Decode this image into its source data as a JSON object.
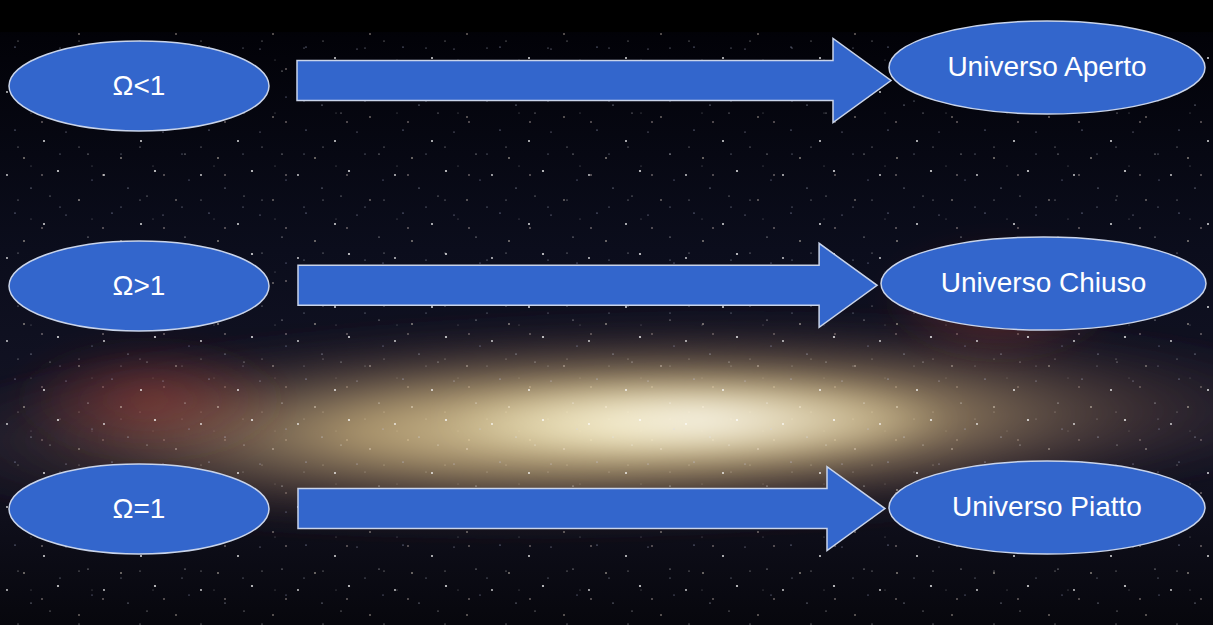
{
  "diagram": {
    "nodes": [
      {
        "text": [
          "Ω<1"
        ]
      },
      {
        "text": [
          "Universo Aperto"
        ]
      },
      {
        "text": [
          "Ω>1"
        ]
      },
      {
        "text": [
          "Universo Chiuso"
        ]
      },
      {
        "text": [
          "Ω=1"
        ]
      },
      {
        "text": [
          "Universo Piatto"
        ]
      }
    ],
    "edges": [
      {
        "from": 0,
        "to": 1,
        "arrow": "to"
      },
      {
        "from": 2,
        "to": 3,
        "arrow": "to"
      },
      {
        "from": 4,
        "to": 5,
        "arrow": "to"
      }
    ]
  }
}
